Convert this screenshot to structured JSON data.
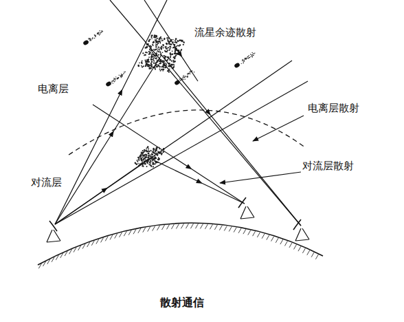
{
  "diagram": {
    "caption": "散射通信",
    "labels": [
      "流星余迹散射",
      "电离层",
      "电离层散射",
      "对流层散射",
      "对流层"
    ]
  }
}
